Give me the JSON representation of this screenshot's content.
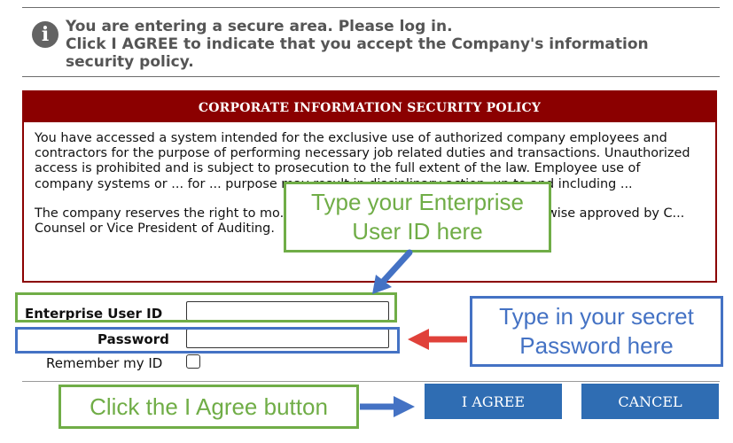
{
  "notice": {
    "icon": "info-icon",
    "line1": "You are entering a secure area.  Please log in.",
    "line2": "Click I AGREE to indicate that you accept the Company's information security policy."
  },
  "policy": {
    "title": "CORPORATE INFORMATION SECURITY POLICY",
    "paragraph1": "You have accessed a system intended for the exclusive use of authorized company employees and contractors for the purpose of performing necessary job related duties and transactions. Unauthorized access is prohibited and is subject to prosecution to the full extent of the law. Employee use of company systems or ... for ... purpose may result in disciplinary action, up to and including ...",
    "paragraph2": "The company reserves the right to mo... compliance with this policy, or as otherwise approved by C... Counsel or Vice President of Auditing."
  },
  "form": {
    "user_id_label": "Enterprise User ID",
    "user_id_value": "",
    "password_label": "Password",
    "password_value": "",
    "remember_label": "Remember my ID",
    "remember_checked": false
  },
  "buttons": {
    "agree_label": "I AGREE",
    "cancel_label": "CANCEL"
  },
  "annotations": {
    "user_id_callout": "Type your Enterprise User ID here",
    "password_callout": "Type in your secret Password here",
    "agree_callout": "Click the I Agree button"
  },
  "colors": {
    "policy_red": "#8b0000",
    "button_blue": "#2f6db3",
    "annotation_green": "#70ad47",
    "annotation_blue": "#4472c4",
    "arrow_red": "#e0413a"
  }
}
